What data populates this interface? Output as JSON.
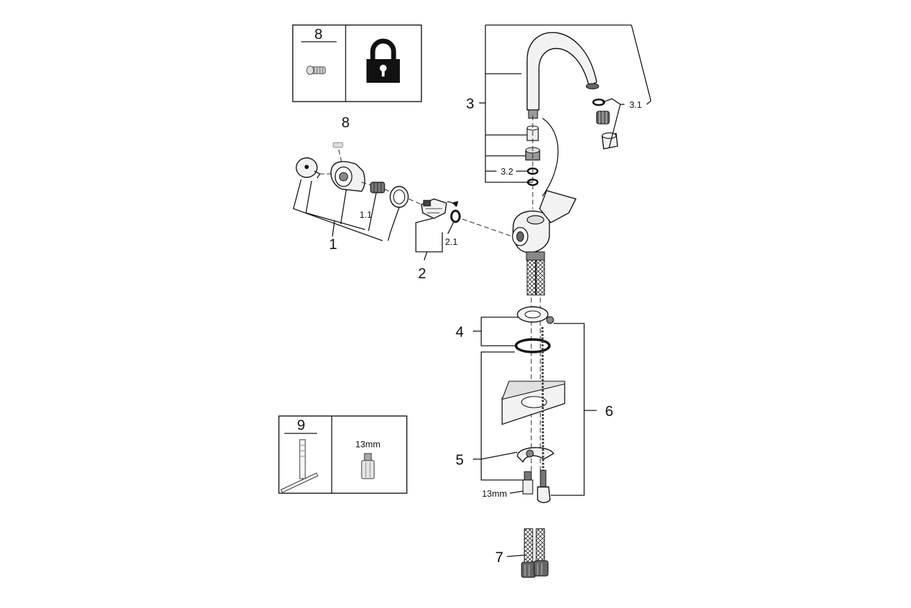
{
  "labels": {
    "p1": "1",
    "p1_1": "1.1",
    "p2": "2",
    "p2_1": "2.1",
    "p3": "3",
    "p3_1": "3.1",
    "p3_2": "3.2",
    "p4": "4",
    "p5": "5",
    "p6": "6",
    "p7": "7",
    "p8": "8",
    "p8_box": "8",
    "p9_box": "9",
    "wrench_size_box": "13mm",
    "wrench_size_part": "13mm"
  },
  "colors": {
    "line": "#111111",
    "part_fill": "#f2f2f2",
    "hose_fill": "#6e6e6e"
  },
  "icons": [
    "padlock-icon",
    "screw-icon",
    "tool-key-icon",
    "nut-icon"
  ]
}
